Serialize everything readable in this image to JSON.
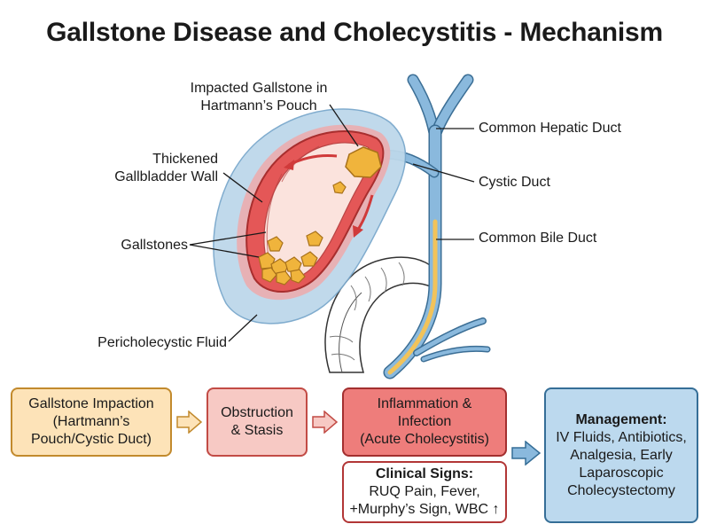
{
  "title": "Gallstone Disease and Cholecystitis - Mechanism",
  "labels": {
    "impacted_line1": "Impacted Gallstone in",
    "impacted_line2": "Hartmann’s Pouch",
    "wall_line1": "Thickened",
    "wall_line2": "Gallbladder Wall",
    "gallstones": "Gallstones",
    "pericholecystic": "Pericholecystic Fluid",
    "common_hepatic": "Common Hepatic Duct",
    "cystic": "Cystic Duct",
    "common_bile": "Common Bile Duct"
  },
  "flow": {
    "step1_line1": "Gallstone Impaction",
    "step1_line2": "(Hartmann’s",
    "step1_line3": "Pouch/Cystic Duct)",
    "step2_line1": "Obstruction",
    "step2_line2": "& Stasis",
    "step3_line1": "Inflammation &",
    "step3_line2": "Infection",
    "step3_line3": "(Acute Cholecystitis)",
    "signs_title": "Clinical Signs:",
    "signs_line1": "RUQ Pain, Fever,",
    "signs_line2": "+Murphy’s Sign, WBC ↑",
    "mgmt_title": "Management:",
    "mgmt_line1": "IV Fluids, Antibiotics,",
    "mgmt_line2": "Analgesia, Early",
    "mgmt_line3": "Laparoscopic",
    "mgmt_line4": "Cholecystectomy"
  },
  "colors": {
    "step1_fill": "#fde3b8",
    "step1_border": "#c28a2d",
    "step2_fill": "#f7c9c4",
    "step2_border": "#c24b45",
    "step3_fill": "#ee7d7b",
    "step3_border": "#a32f2f",
    "signs_border": "#b23636",
    "mgmt_fill": "#bcd9ee",
    "mgmt_border": "#356e97",
    "fluid": "#bdd8ea",
    "inflamed": "#e35b5b",
    "stone": "#f0b43c",
    "duct": "#8ab9dd",
    "bile": "#f2c35a"
  }
}
